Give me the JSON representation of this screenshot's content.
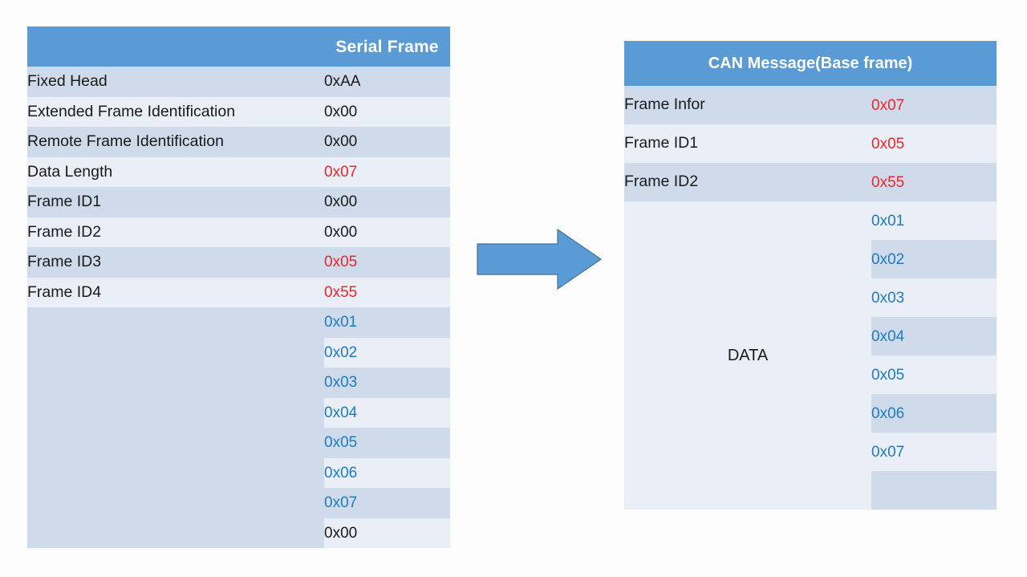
{
  "diagram": {
    "title_serial": "Serial Frame",
    "title_can": "CAN Message(Base frame)",
    "arrow_name": "right-arrow",
    "data_label": "DATA",
    "colors": {
      "header_blue": "#5b9bd5",
      "band_dark": "#cfdbea",
      "band_light": "#eaeef7",
      "value_red": "#e8262d",
      "value_blue": "#1f7bc1",
      "value_black": "#1a1a1a",
      "arrow_fill": "#5b9bd5",
      "arrow_stroke": "#41719c"
    }
  },
  "serial_frame": {
    "header_label_col": "",
    "header_value_col": "Serial Frame",
    "rows": [
      {
        "label": "Fixed Head",
        "value": "0xAA",
        "color": "black"
      },
      {
        "label": "Extended Frame Identification",
        "value": "0x00",
        "color": "black"
      },
      {
        "label": "Remote Frame Identification",
        "value": "0x00",
        "color": "black"
      },
      {
        "label": "Data Length",
        "value": "0x07",
        "color": "red"
      },
      {
        "label": "Frame ID1",
        "value": "0x00",
        "color": "black"
      },
      {
        "label": "Frame ID2",
        "value": "0x00",
        "color": "black"
      },
      {
        "label": "Frame ID3",
        "value": "0x05",
        "color": "red"
      },
      {
        "label": "Frame ID4",
        "value": "0x55",
        "color": "red"
      }
    ],
    "data_rows": [
      {
        "label": "",
        "value": "0x01",
        "color": "blue"
      },
      {
        "label": "",
        "value": "0x02",
        "color": "blue"
      },
      {
        "label": "",
        "value": "0x03",
        "color": "blue"
      },
      {
        "label": "",
        "value": "0x04",
        "color": "blue"
      },
      {
        "label": "",
        "value": "0x05",
        "color": "blue"
      },
      {
        "label": "",
        "value": "0x06",
        "color": "blue"
      },
      {
        "label": "",
        "value": "0x07",
        "color": "blue"
      },
      {
        "label": "",
        "value": "0x00",
        "color": "black"
      }
    ]
  },
  "can_message": {
    "header": "CAN Message(Base frame)",
    "rows": [
      {
        "label": "Frame Infor",
        "value": "0x07",
        "color": "red"
      },
      {
        "label": "Frame ID1",
        "value": "0x05",
        "color": "red"
      },
      {
        "label": "Frame ID2",
        "value": "0x55",
        "color": "red"
      }
    ],
    "data_label": "DATA",
    "data_rows": [
      {
        "value": "0x01",
        "color": "blue"
      },
      {
        "value": "0x02",
        "color": "blue"
      },
      {
        "value": "0x03",
        "color": "blue"
      },
      {
        "value": "0x04",
        "color": "blue"
      },
      {
        "value": "0x05",
        "color": "blue"
      },
      {
        "value": "0x06",
        "color": "blue"
      },
      {
        "value": "0x07",
        "color": "blue"
      },
      {
        "value": "",
        "color": "blue"
      }
    ]
  }
}
